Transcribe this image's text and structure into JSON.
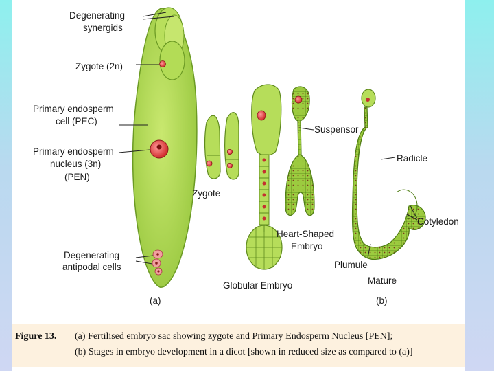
{
  "figure": {
    "labels": {
      "degenerating_synergids_1": "Degenerating",
      "degenerating_synergids_2": "synergids",
      "zygote_2n": "Zygote (2n)",
      "pec_1": "Primary endosperm",
      "pec_2": "cell (PEC)",
      "pen_1": "Primary endosperm",
      "pen_2": "nucleus (3n)",
      "pen_3": "(PEN)",
      "antipodal_1": "Degenerating",
      "antipodal_2": "antipodal cells",
      "panel_a": "(a)",
      "zygote": "Zygote",
      "globular_embryo": "Globular Embryo",
      "suspensor": "Suspensor",
      "heart_shaped_1": "Heart-Shaped",
      "heart_shaped_2": "Embryo",
      "radicle": "Radicle",
      "cotyledon": "Cotyledon",
      "plumule": "Plumule",
      "mature": "Mature",
      "panel_b": "(b)"
    },
    "colors": {
      "cell_fill": "#a6d34a",
      "cell_stroke": "#5f8a1e",
      "nucleus": "#d83a3a"
    }
  },
  "caption": {
    "label": "Figure 13.",
    "line_a": "(a) Fertilised embryo sac showing zygote and Primary Endosperm Nucleus [PEN];",
    "line_b": "(b) Stages in embryo development in a dicot [shown in reduced size as compared to (a)]"
  }
}
